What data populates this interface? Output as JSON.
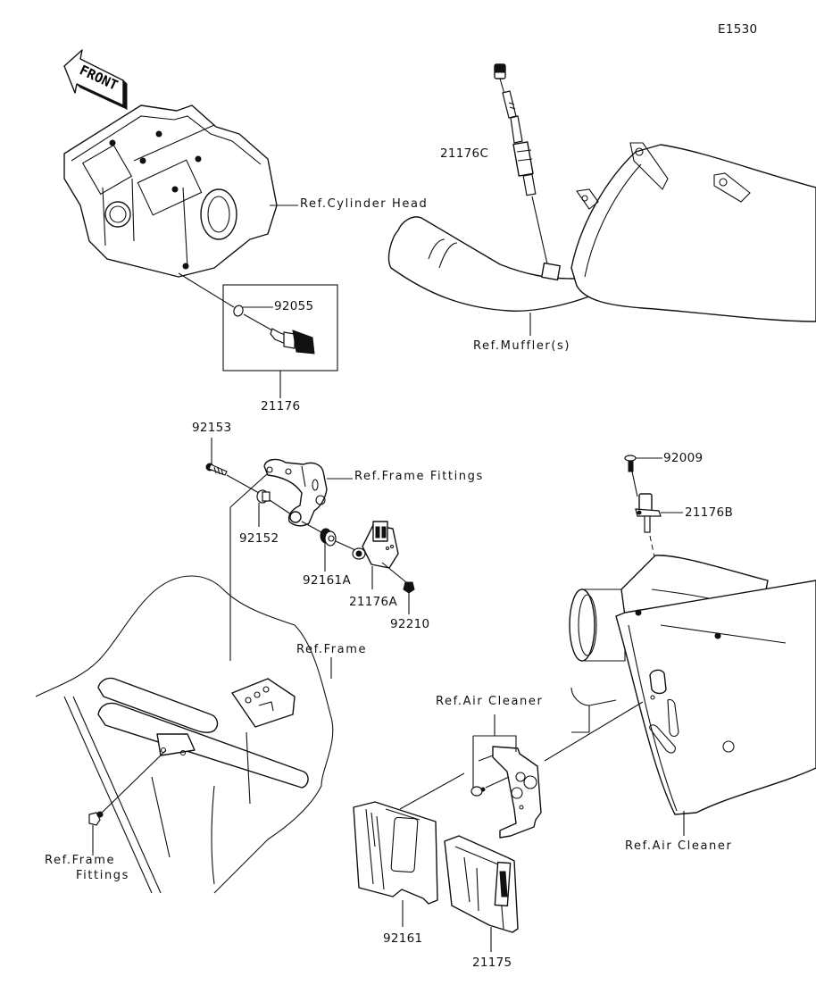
{
  "diagram": {
    "id_code": "E1530",
    "front_arrow_text": "FRONT",
    "part_labels": {
      "p21176C": "21176C",
      "p92055": "92055",
      "p21176": "21176",
      "p92153": "92153",
      "p92152": "92152",
      "p92161A": "92161A",
      "p21176A": "21176A",
      "p92210": "92210",
      "p92009": "92009",
      "p21176B": "21176B",
      "p92161": "92161",
      "p21175": "21175"
    },
    "reference_labels": {
      "cylinder_head": "Ref.Cylinder Head",
      "mufflers": "Ref.Muffler(s)",
      "frame_fittings_top": "Ref.Frame Fittings",
      "frame": "Ref.Frame",
      "air_cleaner_bracket": "Ref.Air Cleaner",
      "air_cleaner_box": "Ref.Air Cleaner",
      "frame_fittings_bottom_line1": "Ref.Frame",
      "frame_fittings_bottom_line2": "Fittings"
    }
  }
}
